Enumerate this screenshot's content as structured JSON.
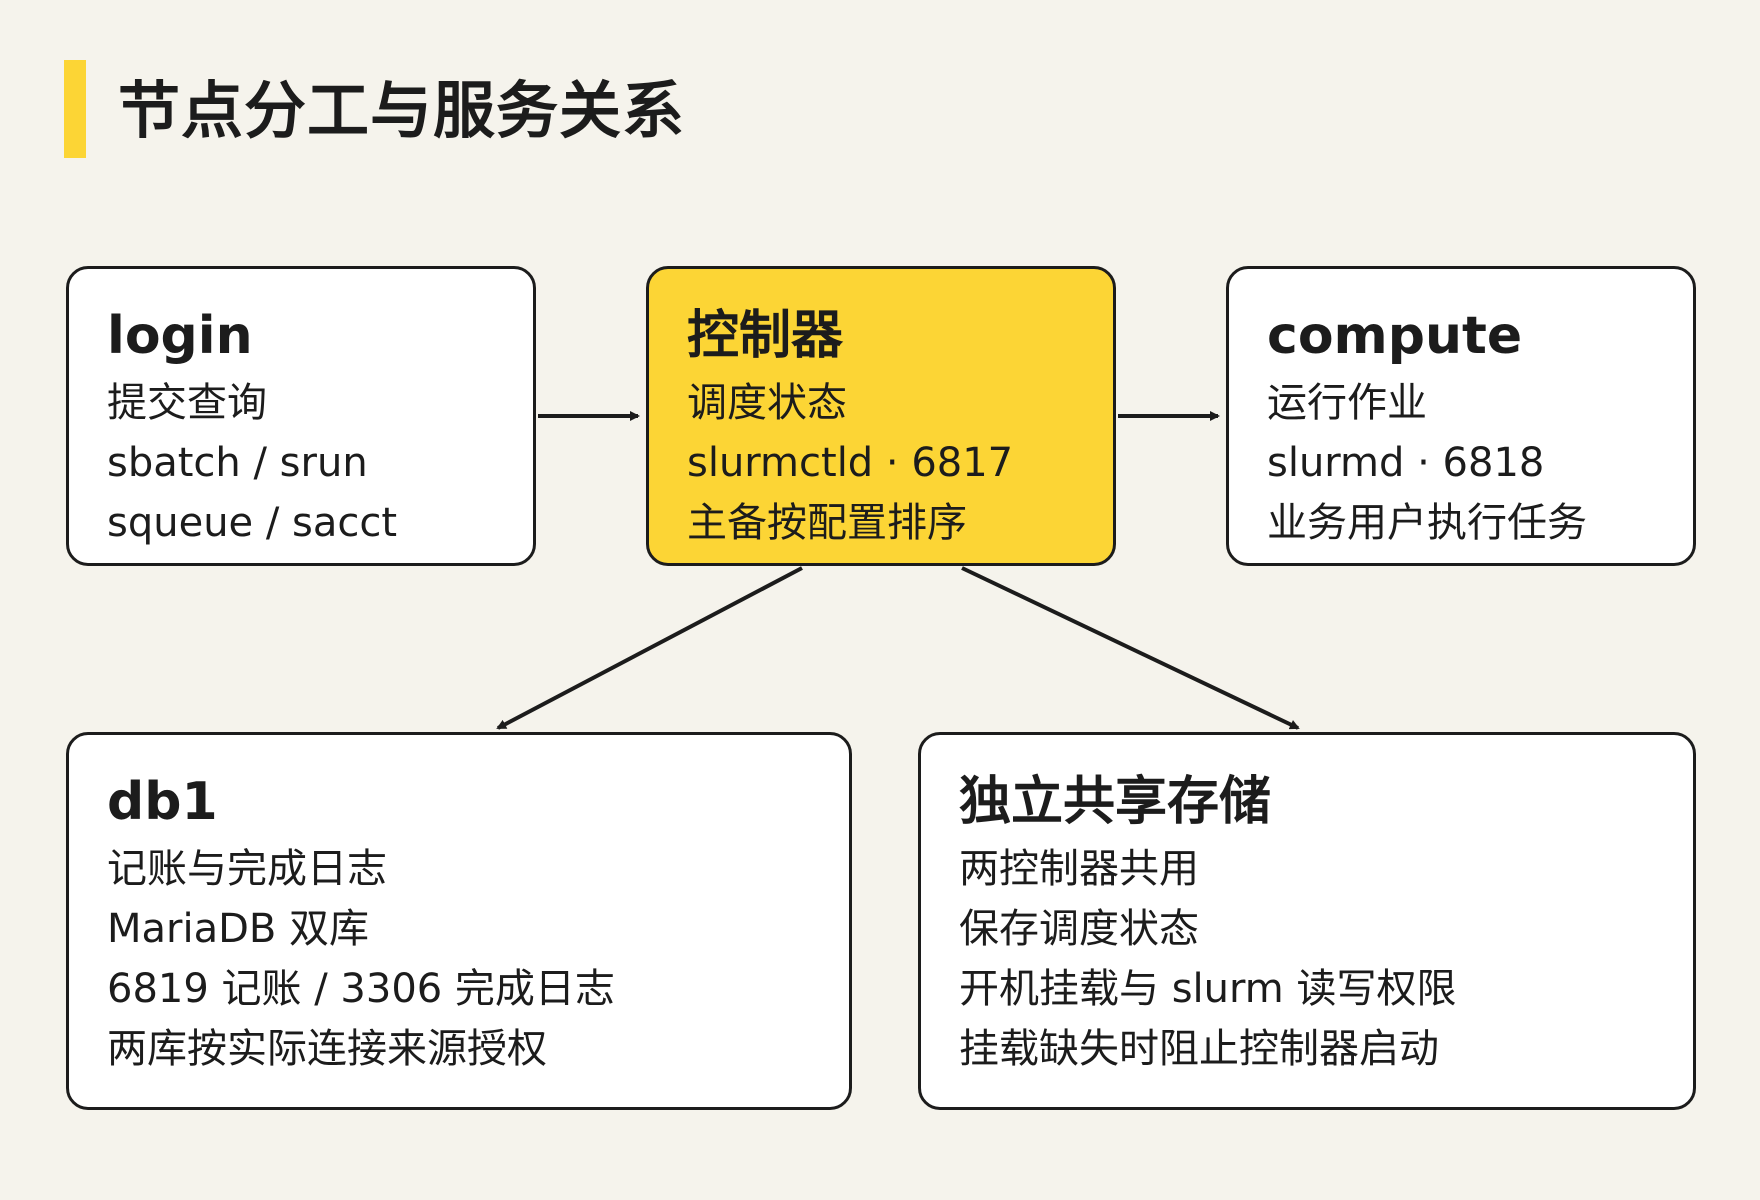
{
  "page": {
    "title": "节点分工与服务关系",
    "accent_color": "#fcd535",
    "background_color": "#f5f3ec"
  },
  "nodes": {
    "login": {
      "title": "login",
      "lines": [
        "提交查询",
        "sbatch / srun",
        "squeue / sacct"
      ]
    },
    "controller": {
      "title": "控制器",
      "lines": [
        "调度状态",
        "slurmctld · 6817",
        "主备按配置排序"
      ]
    },
    "compute": {
      "title": "compute",
      "lines": [
        "运行作业",
        "slurmd · 6818",
        "业务用户执行任务"
      ]
    },
    "db1": {
      "title": "db1",
      "lines": [
        "记账与完成日志",
        "MariaDB 双库",
        "6819 记账 / 3306 完成日志",
        "两库按实际连接来源授权"
      ]
    },
    "storage": {
      "title": "独立共享存储",
      "lines": [
        "两控制器共用",
        "保存调度状态",
        "开机挂载与 slurm 读写权限",
        "挂载缺失时阻止控制器启动"
      ]
    }
  },
  "edges": [
    {
      "from": "login",
      "to": "controller"
    },
    {
      "from": "controller",
      "to": "compute"
    },
    {
      "from": "controller",
      "to": "db1"
    },
    {
      "from": "controller",
      "to": "storage"
    }
  ]
}
